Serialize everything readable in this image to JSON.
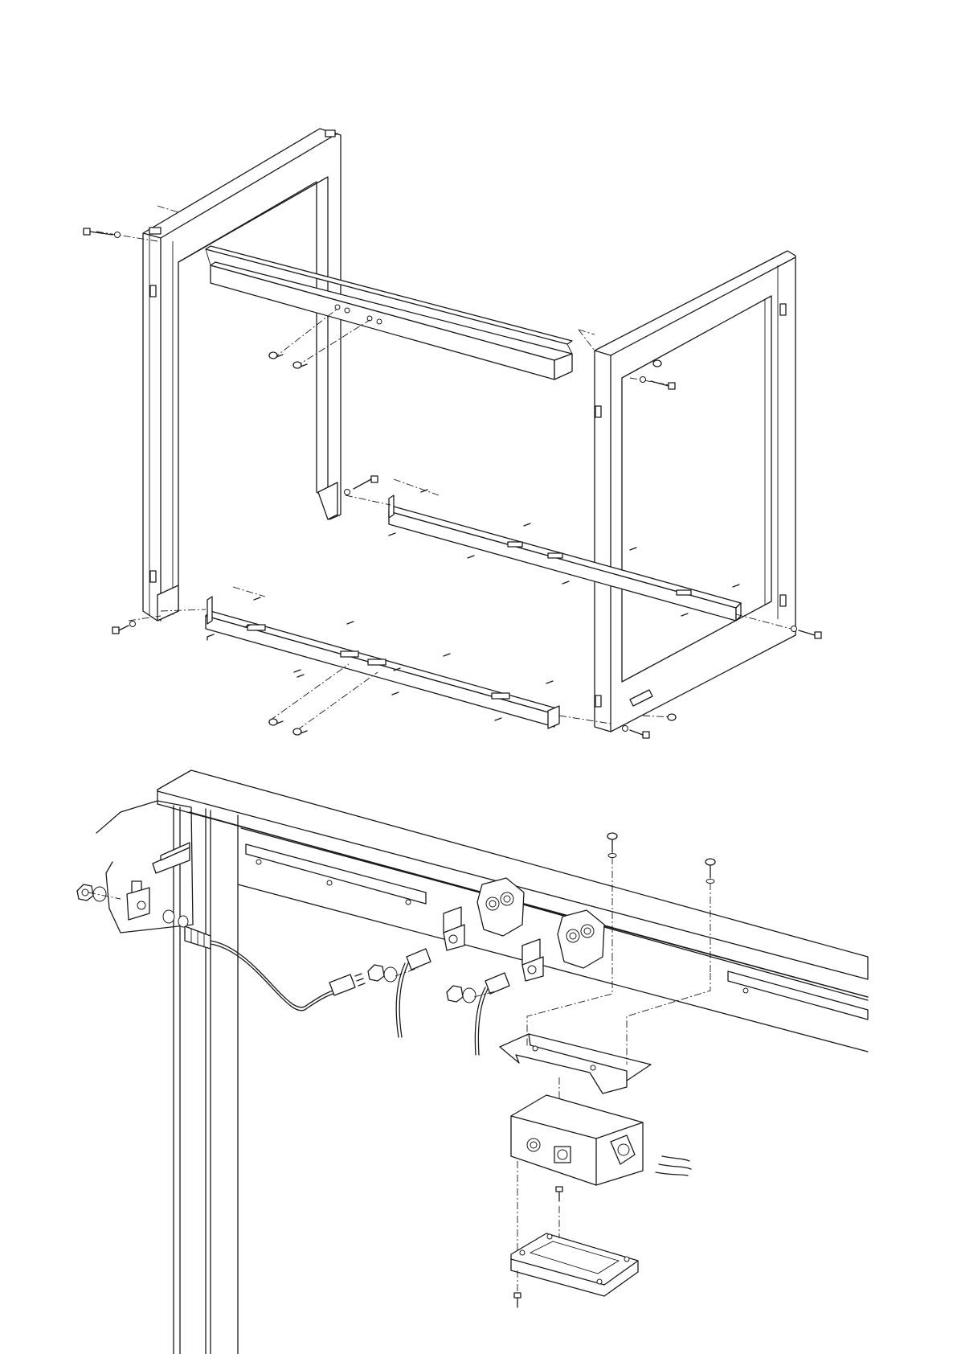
{
  "document": {
    "pages": 1,
    "colors": {
      "line": "#1a1a1a",
      "paper": "#ffffff"
    }
  },
  "figures": [
    {
      "id": "stand-frame",
      "icon": "exploded-frame-drawing"
    },
    {
      "id": "junction-box",
      "icon": "exploded-box-drawing"
    }
  ]
}
